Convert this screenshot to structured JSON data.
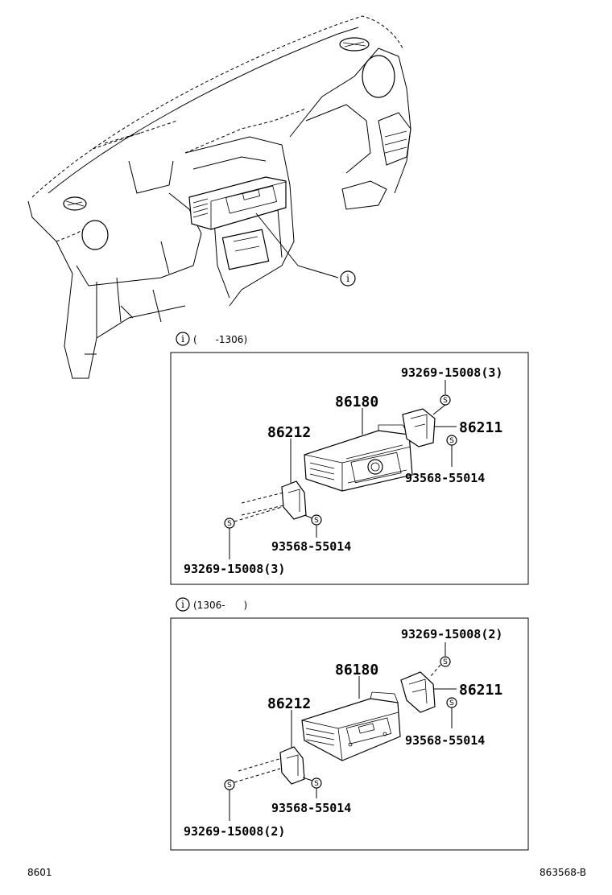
{
  "callout_letter": "i",
  "callout_screw": "S",
  "section_1": {
    "range_label": "(      -1306)",
    "labels": {
      "p86180": "86180",
      "p86212": "86212",
      "p86211": "86211",
      "screw_top": "93269-15008(3)",
      "screw_right": "93568-55014",
      "screw_mid": "93568-55014",
      "screw_bottom": "93269-15008(3)"
    }
  },
  "section_2": {
    "range_label": "(1306-      )",
    "labels": {
      "p86180": "86180",
      "p86212": "86212",
      "p86211": "86211",
      "screw_top": "93269-15008(2)",
      "screw_right": "93568-55014",
      "screw_mid": "93568-55014",
      "screw_bottom": "93269-15008(2)"
    }
  },
  "footer": {
    "left": "8601",
    "right": "863568-B"
  }
}
